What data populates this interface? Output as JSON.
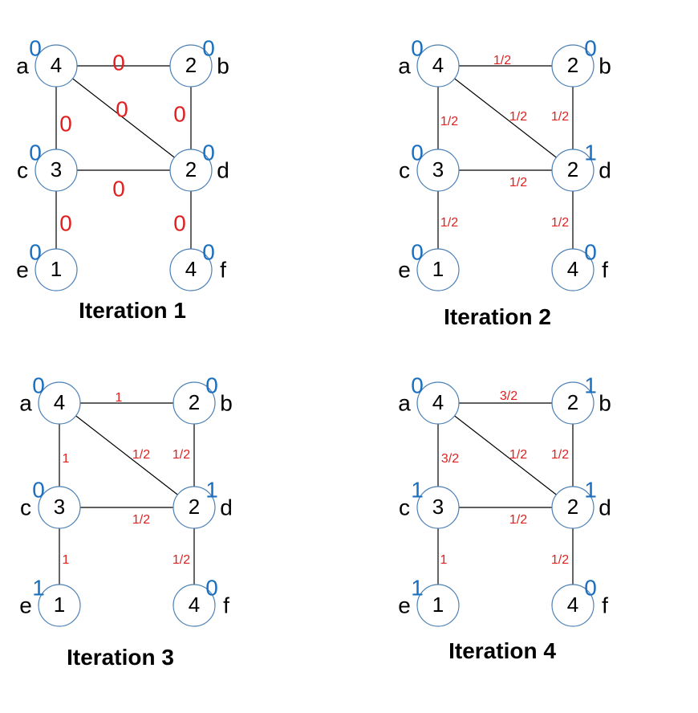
{
  "colors": {
    "edge": "#000000",
    "node_border": "#4a7fb5",
    "badge": "#1a6fbf",
    "edge_label": "#e02020"
  },
  "panels": [
    {
      "title": "Iteration 1",
      "nodes": [
        {
          "id": "a",
          "letter": "a",
          "value": "4",
          "badge": "0"
        },
        {
          "id": "b",
          "letter": "b",
          "value": "2",
          "badge": "0"
        },
        {
          "id": "c",
          "letter": "c",
          "value": "3",
          "badge": "0"
        },
        {
          "id": "d",
          "letter": "d",
          "value": "2",
          "badge": "0"
        },
        {
          "id": "e",
          "letter": "e",
          "value": "1",
          "badge": "0"
        },
        {
          "id": "f",
          "letter": "f",
          "value": "4",
          "badge": "0"
        }
      ],
      "edges": [
        {
          "from": "a",
          "to": "b",
          "label": "0"
        },
        {
          "from": "a",
          "to": "d",
          "label": "0"
        },
        {
          "from": "b",
          "to": "d",
          "label": "0"
        },
        {
          "from": "a",
          "to": "c",
          "label": "0"
        },
        {
          "from": "c",
          "to": "d",
          "label": "0"
        },
        {
          "from": "c",
          "to": "e",
          "label": "0"
        },
        {
          "from": "d",
          "to": "f",
          "label": "0"
        }
      ]
    },
    {
      "title": "Iteration 2",
      "nodes": [
        {
          "id": "a",
          "letter": "a",
          "value": "4",
          "badge": "0"
        },
        {
          "id": "b",
          "letter": "b",
          "value": "2",
          "badge": "0"
        },
        {
          "id": "c",
          "letter": "c",
          "value": "3",
          "badge": "0"
        },
        {
          "id": "d",
          "letter": "d",
          "value": "2",
          "badge": "1"
        },
        {
          "id": "e",
          "letter": "e",
          "value": "1",
          "badge": "0"
        },
        {
          "id": "f",
          "letter": "f",
          "value": "4",
          "badge": "0"
        }
      ],
      "edges": [
        {
          "from": "a",
          "to": "b",
          "label": "1/2"
        },
        {
          "from": "a",
          "to": "d",
          "label": "1/2"
        },
        {
          "from": "b",
          "to": "d",
          "label": "1/2"
        },
        {
          "from": "a",
          "to": "c",
          "label": "1/2"
        },
        {
          "from": "c",
          "to": "d",
          "label": "1/2"
        },
        {
          "from": "c",
          "to": "e",
          "label": "1/2"
        },
        {
          "from": "d",
          "to": "f",
          "label": "1/2"
        }
      ]
    },
    {
      "title": "Iteration 3",
      "nodes": [
        {
          "id": "a",
          "letter": "a",
          "value": "4",
          "badge": "0"
        },
        {
          "id": "b",
          "letter": "b",
          "value": "2",
          "badge": "0"
        },
        {
          "id": "c",
          "letter": "c",
          "value": "3",
          "badge": "0"
        },
        {
          "id": "d",
          "letter": "d",
          "value": "2",
          "badge": "1"
        },
        {
          "id": "e",
          "letter": "e",
          "value": "1",
          "badge": "1"
        },
        {
          "id": "f",
          "letter": "f",
          "value": "4",
          "badge": "0"
        }
      ],
      "edges": [
        {
          "from": "a",
          "to": "b",
          "label": "1"
        },
        {
          "from": "a",
          "to": "d",
          "label": "1/2"
        },
        {
          "from": "b",
          "to": "d",
          "label": "1/2"
        },
        {
          "from": "a",
          "to": "c",
          "label": "1"
        },
        {
          "from": "c",
          "to": "d",
          "label": "1/2"
        },
        {
          "from": "c",
          "to": "e",
          "label": "1"
        },
        {
          "from": "d",
          "to": "f",
          "label": "1/2"
        }
      ]
    },
    {
      "title": "Iteration 4",
      "nodes": [
        {
          "id": "a",
          "letter": "a",
          "value": "4",
          "badge": "0"
        },
        {
          "id": "b",
          "letter": "b",
          "value": "2",
          "badge": "1"
        },
        {
          "id": "c",
          "letter": "c",
          "value": "3",
          "badge": "1"
        },
        {
          "id": "d",
          "letter": "d",
          "value": "2",
          "badge": "1"
        },
        {
          "id": "e",
          "letter": "e",
          "value": "1",
          "badge": "1"
        },
        {
          "id": "f",
          "letter": "f",
          "value": "4",
          "badge": "0"
        }
      ],
      "edges": [
        {
          "from": "a",
          "to": "b",
          "label": "3/2"
        },
        {
          "from": "a",
          "to": "d",
          "label": "1/2"
        },
        {
          "from": "b",
          "to": "d",
          "label": "1/2"
        },
        {
          "from": "a",
          "to": "c",
          "label": "3/2"
        },
        {
          "from": "c",
          "to": "d",
          "label": "1/2"
        },
        {
          "from": "c",
          "to": "e",
          "label": "1"
        },
        {
          "from": "d",
          "to": "f",
          "label": "1/2"
        }
      ]
    }
  ]
}
